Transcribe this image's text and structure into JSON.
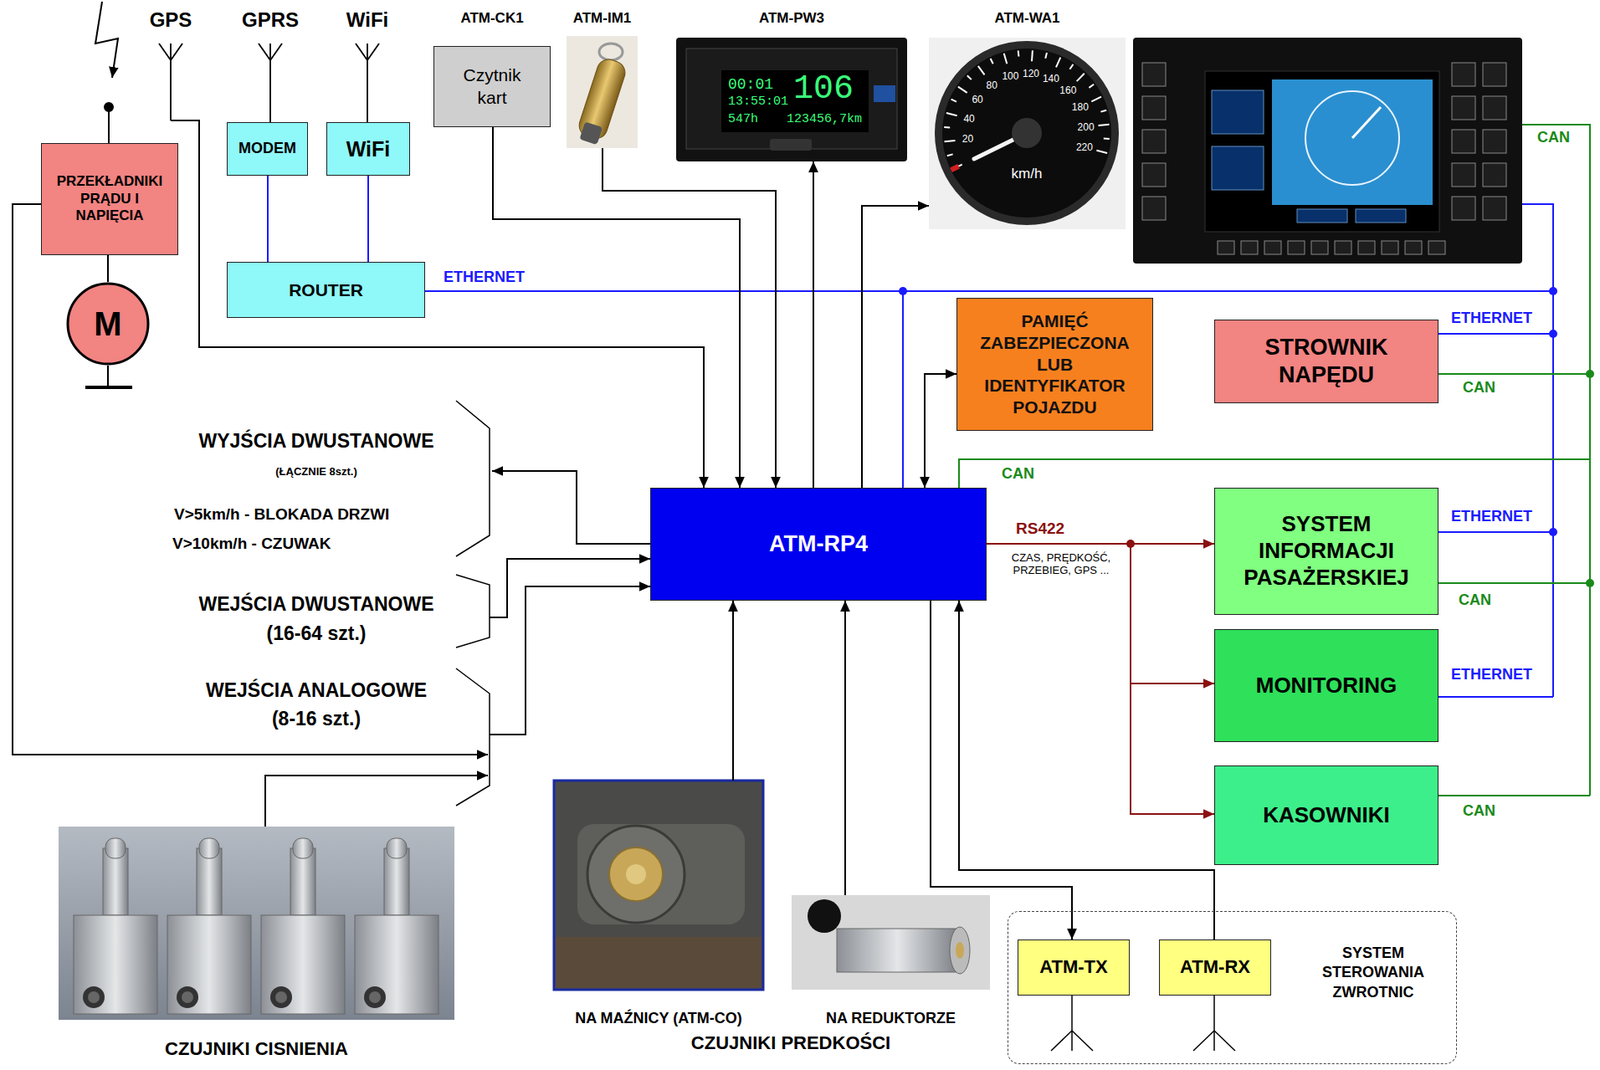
{
  "diagram": {
    "nodes": [
      {
        "text": [
          "PRZEKŁADNIKI PRĄDU I NAPIĘCIA"
        ]
      },
      {
        "text": [
          "M"
        ]
      },
      {
        "text": [
          "MODEM"
        ]
      },
      {
        "text": [
          "WiFi"
        ]
      },
      {
        "text": [
          "ROUTER"
        ]
      },
      {
        "text": [
          "ATM-CK1",
          "Czytnik kart"
        ]
      },
      {
        "text": [
          "ATM-IM1"
        ]
      },
      {
        "text": [
          "ATM-PW3"
        ]
      },
      {
        "text": [
          "ATM-WA1"
        ]
      },
      {
        "text": [
          "ATM-RP4"
        ]
      },
      {
        "text": [
          "PAMIĘĆ ZABEZPIECZONA LUB IDENTYFIKATOR POJAZDU"
        ]
      },
      {
        "text": [
          "STROWNIK NAPĘDU"
        ]
      },
      {
        "text": [
          "SYSTEM INFORMACJI PASAŻERSKIEJ"
        ]
      },
      {
        "text": [
          "MONITORING"
        ]
      },
      {
        "text": [
          "KASOWNIKI"
        ]
      },
      {
        "text": [
          "CZUJNIKI CISNIENIA"
        ]
      },
      {
        "text": [
          "NA MAŹNICY (ATM-CO)"
        ]
      },
      {
        "text": [
          "NA REDUKTORZE"
        ]
      },
      {
        "text": [
          "SYSTEM STEROWANIA ZWROTNIC"
        ]
      },
      {
        "text": [
          "ATM-TX"
        ],
        "in": 18
      },
      {
        "text": [
          "ATM-RX"
        ],
        "in": 18
      }
    ],
    "edges": [
      {
        "from": 0,
        "to": 1,
        "arrow": "none"
      },
      {
        "from": 2,
        "to": 4,
        "arrow": "none"
      },
      {
        "from": 3,
        "to": 4,
        "arrow": "none"
      },
      {
        "from": 4,
        "to": 9,
        "arrow": "none"
      },
      {
        "from": 5,
        "to": 9,
        "arrow": "to"
      },
      {
        "from": 6,
        "to": 9,
        "arrow": "to"
      },
      {
        "from": 9,
        "to": 7,
        "arrow": "to"
      },
      {
        "from": 9,
        "to": 8,
        "arrow": "to"
      },
      {
        "from": 9,
        "to": 10,
        "arrow": "both"
      },
      {
        "from": 9,
        "to": 12,
        "arrow": "to",
        "label": "RS422"
      },
      {
        "from": 9,
        "to": 13,
        "arrow": "to"
      },
      {
        "from": 9,
        "to": 14,
        "arrow": "to"
      },
      {
        "from": 16,
        "to": 9,
        "arrow": "to"
      },
      {
        "from": 17,
        "to": 9,
        "arrow": "to"
      },
      {
        "from": 9,
        "to": 19,
        "arrow": "to"
      },
      {
        "from": 20,
        "to": 9,
        "arrow": "to"
      }
    ],
    "labels": [
      "GPS",
      "GPRS",
      "WiFi",
      "ETHERNET",
      "ETHERNET",
      "ETHERNET",
      "ETHERNET",
      "CAN",
      "CAN",
      "CAN",
      "CAN",
      "CAN",
      "WYJŚCIA DWUSTANOWE",
      "(ŁĄCZNIE 8szt.)",
      "V>5km/h - BLOKADA DRZWI",
      "V>10km/h - CZUWAK",
      "WEJŚCIA DWUSTANOWE",
      "(16-64 szt.)",
      "WEJŚCIA ANALOGOWE",
      "(8-16 szt.)",
      "CZUJNIKI PREDKOŚCI",
      "CZAS, PRĘDKOŚĆ, PRZEBIEG, GPS ...",
      "00:01",
      "106",
      "13:55:01",
      "547h",
      "123456,7km",
      "20",
      "40",
      "60",
      "80",
      "100",
      "120",
      "140",
      "160",
      "180",
      "200",
      "220",
      "km/h"
    ]
  }
}
